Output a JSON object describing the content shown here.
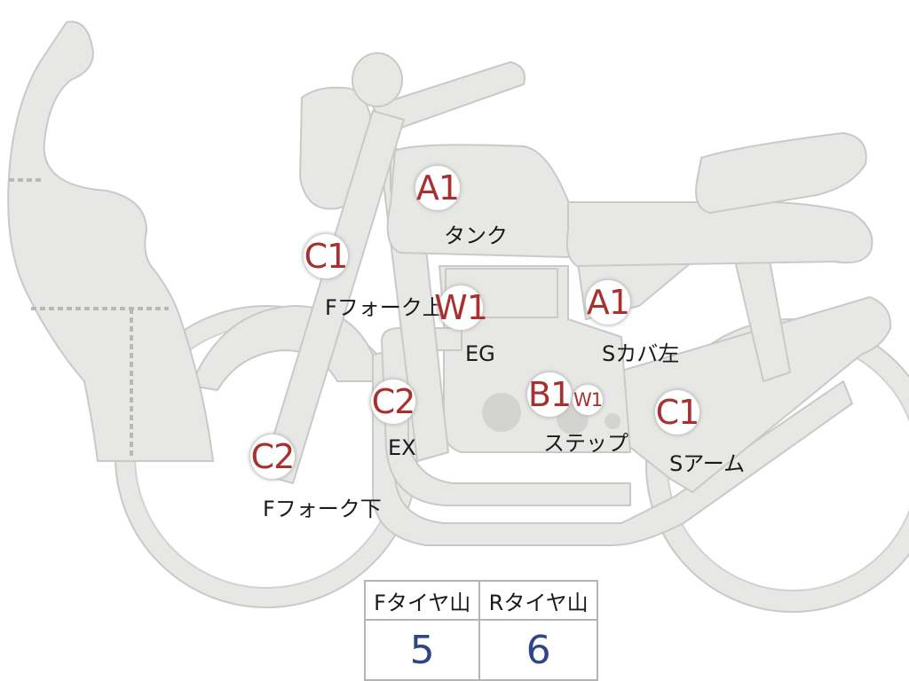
{
  "colors": {
    "bike_fill": "#e7e7e5",
    "bike_stroke": "#c9c9c7",
    "marker_text": "#a8312f",
    "value_text": "#2e4587",
    "table_border": "#b5b5b5"
  },
  "markers": [
    {
      "code": "A1",
      "label": "タンク"
    },
    {
      "code": "C1",
      "label": "Fフォーク上"
    },
    {
      "code": "W1",
      "label": "EG"
    },
    {
      "code": "A1",
      "label": "Sカバ左"
    },
    {
      "code": "C2",
      "label": "EX"
    },
    {
      "code": "B1",
      "label": "ステップ"
    },
    {
      "code": "W1",
      "label": ""
    },
    {
      "code": "C1",
      "label": "Sアーム"
    },
    {
      "code": "C2",
      "label": "Fフォーク下"
    }
  ],
  "tire_table": {
    "headers": [
      "Fタイヤ山",
      "Rタイヤ山"
    ],
    "values": [
      "5",
      "6"
    ]
  }
}
